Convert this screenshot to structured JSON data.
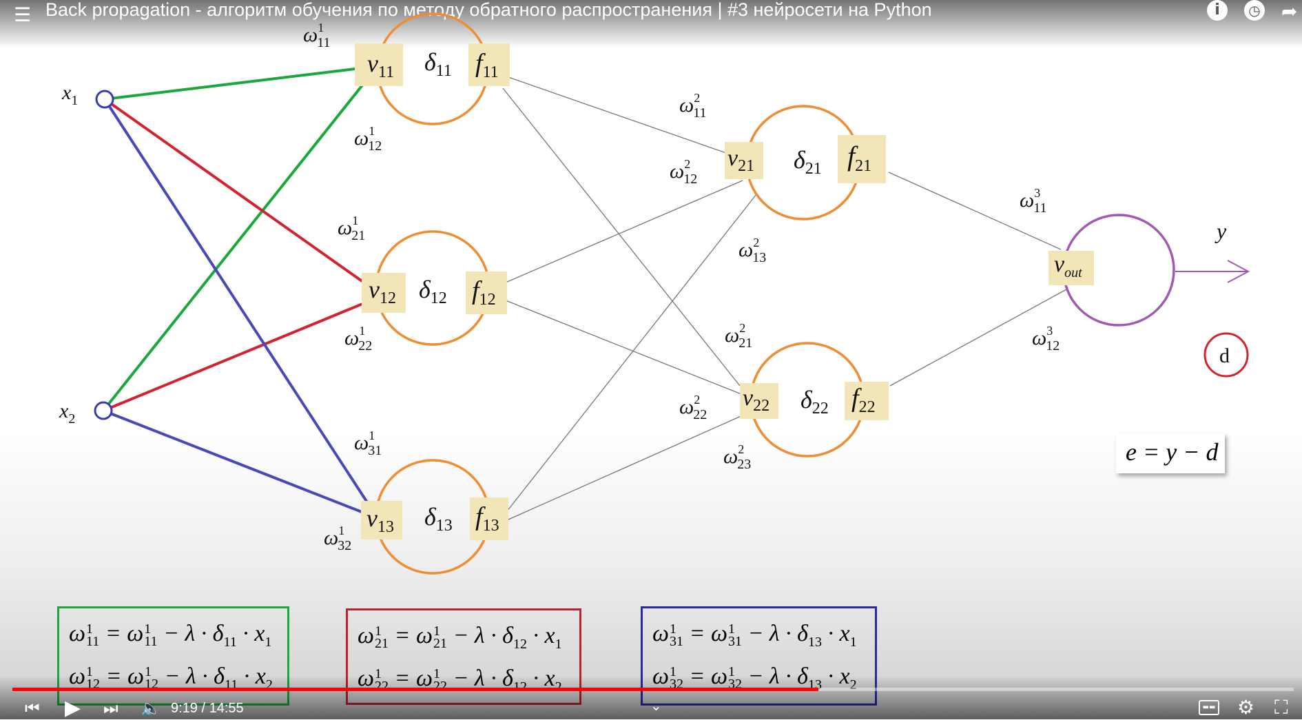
{
  "player": {
    "title": "Back propagation - алгоритм обучения по методу обратного распространения | #3 нейросети на Python",
    "time": "9:19 / 14:55",
    "progress_fraction": 0.629,
    "icons": [
      "menu-playlist-icon",
      "info-icon",
      "watch-later-icon",
      "previous-icon",
      "play-icon",
      "next-icon",
      "volume-icon",
      "subtitles-icon",
      "settings-icon",
      "exit-fullscreen-icon",
      "chevron-down-icon"
    ]
  },
  "colors": {
    "green": "#1aa83c",
    "red": "#d42330",
    "blue": "#4848b8",
    "orange": "#f08c32",
    "purple": "#a05ab4",
    "label_bg": "#f2e6b8",
    "progress": "#ff0000"
  },
  "inputs": {
    "x1": "x",
    "x1_sub": "1",
    "x2": "x",
    "x2_sub": "2"
  },
  "neurons": {
    "n11": {
      "v": "v",
      "v_sub": "11",
      "d": "δ",
      "d_sub": "11",
      "f": "f",
      "f_sub": "11"
    },
    "n12": {
      "v": "v",
      "v_sub": "12",
      "d": "δ",
      "d_sub": "12",
      "f": "f",
      "f_sub": "12"
    },
    "n13": {
      "v": "v",
      "v_sub": "13",
      "d": "δ",
      "d_sub": "13",
      "f": "f",
      "f_sub": "13"
    },
    "n21": {
      "v": "v",
      "v_sub": "21",
      "d": "δ",
      "d_sub": "21",
      "f": "f",
      "f_sub": "21"
    },
    "n22": {
      "v": "v",
      "v_sub": "22",
      "d": "δ",
      "d_sub": "22",
      "f": "f",
      "f_sub": "22"
    },
    "out": {
      "v": "v",
      "v_sub": "out"
    }
  },
  "weights": {
    "w1_11": {
      "w": "ω",
      "sup": "1",
      "sub": "11"
    },
    "w1_12": {
      "w": "ω",
      "sup": "1",
      "sub": "12"
    },
    "w1_21": {
      "w": "ω",
      "sup": "1",
      "sub": "21"
    },
    "w1_22": {
      "w": "ω",
      "sup": "1",
      "sub": "22"
    },
    "w1_31": {
      "w": "ω",
      "sup": "1",
      "sub": "31"
    },
    "w1_32": {
      "w": "ω",
      "sup": "1",
      "sub": "32"
    },
    "w2_11": {
      "w": "ω",
      "sup": "2",
      "sub": "11"
    },
    "w2_12": {
      "w": "ω",
      "sup": "2",
      "sub": "12"
    },
    "w2_13": {
      "w": "ω",
      "sup": "2",
      "sub": "13"
    },
    "w2_21": {
      "w": "ω",
      "sup": "2",
      "sub": "21"
    },
    "w2_22": {
      "w": "ω",
      "sup": "2",
      "sub": "22"
    },
    "w2_23": {
      "w": "ω",
      "sup": "2",
      "sub": "23"
    },
    "w3_11": {
      "w": "ω",
      "sup": "3",
      "sub": "11"
    },
    "w3_12": {
      "w": "ω",
      "sup": "3",
      "sub": "12"
    }
  },
  "output_label": "y",
  "target_label": "d",
  "error_formula": "e = y − d",
  "update_formulas": {
    "green": [
      [
        "ω",
        "1",
        "11",
        " = ",
        "ω",
        "1",
        "11",
        " − λ · δ",
        "11",
        " · x",
        "1"
      ],
      [
        "ω",
        "1",
        "12",
        " = ",
        "ω",
        "1",
        "12",
        " − λ · δ",
        "11",
        " · x",
        "2"
      ]
    ],
    "red": [
      [
        "ω",
        "1",
        "21",
        " = ",
        "ω",
        "1",
        "21",
        " − λ · δ",
        "12",
        " · x",
        "1"
      ],
      [
        "ω",
        "1",
        "22",
        " = ",
        "ω",
        "1",
        "22",
        " − λ · δ",
        "12",
        " · x",
        "2"
      ]
    ],
    "blue": [
      [
        "ω",
        "1",
        "31",
        " = ",
        "ω",
        "1",
        "31",
        " − λ · δ",
        "13",
        " · x",
        "1"
      ],
      [
        "ω",
        "1",
        "32",
        " = ",
        "ω",
        "1",
        "32",
        " − λ · δ",
        "13",
        " · x",
        "2"
      ]
    ]
  }
}
